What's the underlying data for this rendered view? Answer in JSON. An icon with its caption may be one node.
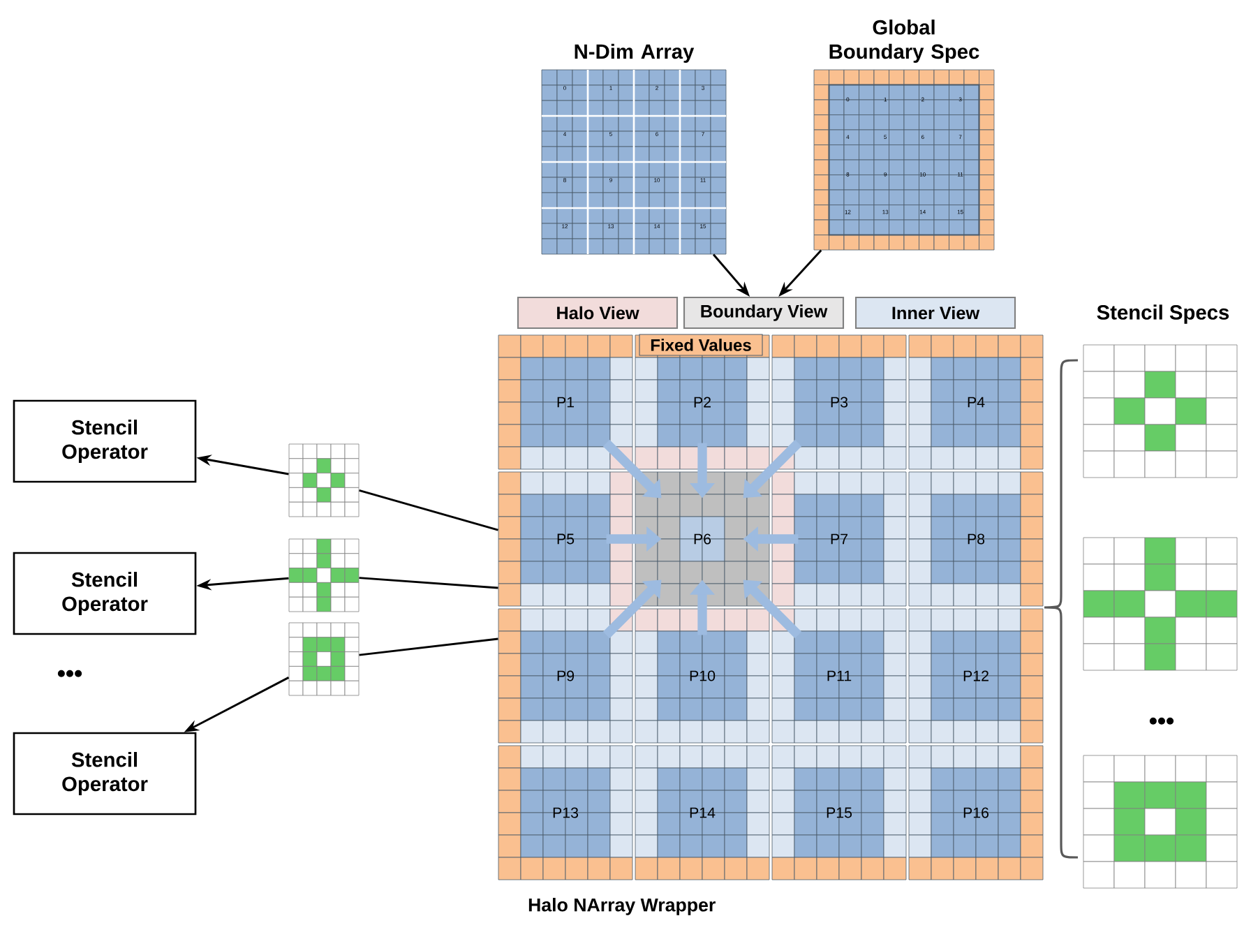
{
  "diagram": {
    "nodes": [
      {
        "text": [
          "N-Dim Array"
        ]
      },
      {
        "text": [
          "Global Boundary Spec"
        ]
      },
      {
        "text": [
          "Halo View"
        ]
      },
      {
        "text": [
          "Boundary View"
        ]
      },
      {
        "text": [
          "Inner View"
        ]
      },
      {
        "text": [
          "Halo NArray Wrapper"
        ]
      },
      {
        "text": [
          "P1"
        ],
        "in": 5
      },
      {
        "text": [
          "P2"
        ],
        "in": 5
      },
      {
        "text": [
          "P3"
        ],
        "in": 5
      },
      {
        "text": [
          "P4"
        ],
        "in": 5
      },
      {
        "text": [
          "P5"
        ],
        "in": 5
      },
      {
        "text": [
          "P6"
        ],
        "in": 5
      },
      {
        "text": [
          "P7"
        ],
        "in": 5
      },
      {
        "text": [
          "P8"
        ],
        "in": 5
      },
      {
        "text": [
          "P9"
        ],
        "in": 5
      },
      {
        "text": [
          "P10"
        ],
        "in": 5
      },
      {
        "text": [
          "P11"
        ],
        "in": 5
      },
      {
        "text": [
          "P12"
        ],
        "in": 5
      },
      {
        "text": [
          "P13"
        ],
        "in": 5
      },
      {
        "text": [
          "P14"
        ],
        "in": 5
      },
      {
        "text": [
          "P15"
        ],
        "in": 5
      },
      {
        "text": [
          "P16"
        ],
        "in": 5
      },
      {
        "text": [
          "Stencil Operator"
        ]
      },
      {
        "text": [
          "Stencil Operator"
        ]
      },
      {
        "text": [
          "Stencil Operator"
        ]
      },
      {
        "text": [],
        "shape": "picture"
      },
      {
        "text": [],
        "shape": "picture"
      },
      {
        "text": [],
        "shape": "picture"
      }
    ],
    "edges": [
      {
        "from": 0,
        "to": 3,
        "arrow": "to"
      },
      {
        "from": 1,
        "to": 3,
        "arrow": "to"
      },
      {
        "from": 6,
        "to": 11,
        "arrow": "to",
        "style": "thick",
        "color": "#9dbbe0"
      },
      {
        "from": 7,
        "to": 11,
        "arrow": "to",
        "style": "thick",
        "color": "#9dbbe0"
      },
      {
        "from": 8,
        "to": 11,
        "arrow": "to",
        "style": "thick",
        "color": "#9dbbe0"
      },
      {
        "from": 10,
        "to": 11,
        "arrow": "to",
        "style": "thick",
        "color": "#9dbbe0"
      },
      {
        "from": 12,
        "to": 11,
        "arrow": "to",
        "style": "thick",
        "color": "#9dbbe0"
      },
      {
        "from": 14,
        "to": 11,
        "arrow": "to",
        "style": "thick",
        "color": "#9dbbe0"
      },
      {
        "from": 15,
        "to": 11,
        "arrow": "to",
        "style": "thick",
        "color": "#9dbbe0"
      },
      {
        "from": 16,
        "to": 11,
        "arrow": "to",
        "style": "thick",
        "color": "#9dbbe0"
      },
      {
        "from": 5,
        "to": 25,
        "arrow": "none"
      },
      {
        "from": 5,
        "to": 26,
        "arrow": "none"
      },
      {
        "from": 5,
        "to": 27,
        "arrow": "none"
      },
      {
        "from": 25,
        "to": 22,
        "arrow": "to"
      },
      {
        "from": 26,
        "to": 23,
        "arrow": "to"
      },
      {
        "from": 27,
        "to": 24,
        "arrow": "to"
      }
    ],
    "labels": [
      "0",
      "1",
      "2",
      "3",
      "4",
      "5",
      "6",
      "7",
      "8",
      "9",
      "10",
      "11",
      "12",
      "13",
      "14",
      "15",
      "0",
      "1",
      "2",
      "3",
      "4",
      "5",
      "6",
      "7",
      "8",
      "9",
      "10",
      "11",
      "12",
      "13",
      "14",
      "15",
      "Fixed Values",
      "Stencil Specs",
      "•••",
      "•••"
    ]
  }
}
